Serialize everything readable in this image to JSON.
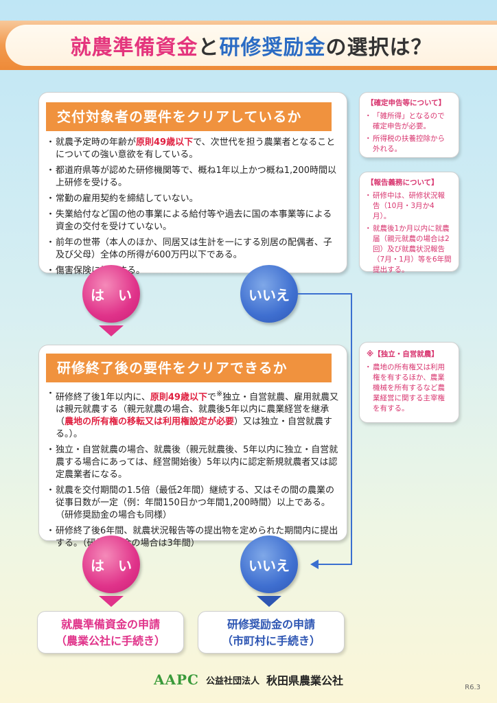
{
  "title": {
    "part1": "就農準備資金",
    "part2": "と",
    "part3": "研修奨励金",
    "part4": "の選択は？"
  },
  "panel1": {
    "heading": "交付対象者の要件をクリアしているか",
    "b1_pre": "就農予定時の年齢が",
    "b1_red": "原則49歳以下",
    "b1_post": "で、次世代を担う農業者となることについての強い意欲を有している。",
    "b2": "都道府県等が認めた研修機関等で、概ね1年以上かつ概ね1,200時間以上研修を受ける。",
    "b3": "常勤の雇用契約を締結していない。",
    "b4": "失業給付など国の他の事業による給付等や過去に国の本事業等による資金の交付を受けていない。",
    "b5": "前年の世帯（本人のほか、同居又は生計を一にする別居の配偶者、子及び父母）全体の所得が600万円以下である。",
    "b6": "傷害保険に加入する。"
  },
  "panel2": {
    "heading": "研修終了後の要件をクリアできるか",
    "b1_pre": "研修終了後1年以内に、",
    "b1_red": "原則49歳以下",
    "b1_mid": "で",
    "b1_mark": "※",
    "b1_mid2": "独立・自営就農、雇用就農又は親元就農する（親元就農の場合、就農後5年以内に農業経営を継承（",
    "b1_red2": "農地の所有権の移転又は利用権設定が必要",
    "b1_post": "）又は独立・自営就農する。）。",
    "b2": "独立・自営就農の場合、就農後（親元就農後、5年以内に独立・自営就農する場合にあっては、経営開始後）5年以内に認定新規就農者又は認定農業者になる。",
    "b3": "就農を交付期間の1.5倍（最低2年間）継続する、又はその間の農業の従事日数が一定（例：年間150日かつ年間1,200時間）以上である。（研修奨励金の場合も同様）",
    "b4": "研修終了後6年間、就農状況報告等の提出物を定められた期間内に提出する。（研修奨励金の場合は3年間）"
  },
  "yes_label": "は　い",
  "no_label": "いいえ",
  "side1": {
    "heading": "【確定申告等について】",
    "items": [
      "「雑所得」となるので確定申告が必要。",
      "所得税の扶養控除から外れる。"
    ]
  },
  "side2": {
    "heading": "【報告義務について】",
    "items": [
      "研修中は、研修状況報告（10月・3月か4月）。",
      "就農後1か月以内に就農届（親元就農の場合は2回）及び就農状況報告（7月・1月）等を6年間提出する。"
    ]
  },
  "side3": {
    "heading": "※【独立・自営就農】",
    "items": [
      "農地の所有権又は利用権を有するほか、農業機械を所有するなど農業経営に関する主宰権を有する。"
    ]
  },
  "result1": {
    "line1": "就農準備資金の申請",
    "line2": "（農業公社に手続き）"
  },
  "result2": {
    "line1": "研修奨励金の申請",
    "line2": "（市町村に手続き）"
  },
  "footer": {
    "logo": "AAPC",
    "org_type": "公益社団法人",
    "org_name": "秋田県農業公社"
  },
  "doc_code": "R6.3",
  "colors": {
    "accent_orange": "#f0923e",
    "yes_pink": "#e0338a",
    "no_blue": "#2e56b3",
    "highlight_red": "#e02040"
  }
}
